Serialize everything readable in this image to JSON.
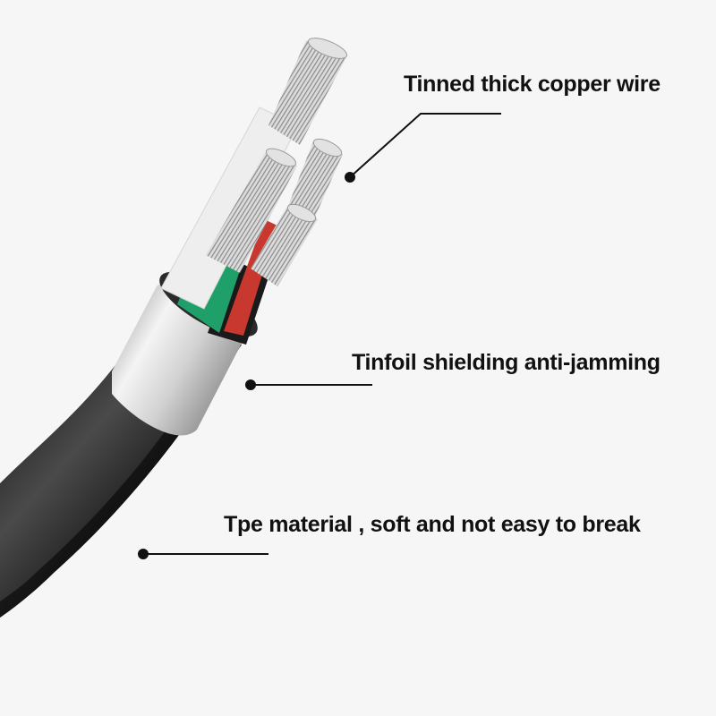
{
  "product": "cable cross-section illustration",
  "callouts": [
    {
      "id": "copper",
      "text": "Tinned thick copper wire",
      "points_to": "conductor strands"
    },
    {
      "id": "foil",
      "text": "Tinfoil shielding anti-jamming",
      "points_to": "aluminium foil shield"
    },
    {
      "id": "tpe",
      "text": "Tpe material , soft and not easy to break",
      "points_to": "outer black jacket"
    }
  ],
  "colors": {
    "background": "#f6f6f6",
    "jacket": "#1e1e1e",
    "foil": "#c8c8c8",
    "green_wire": "#1fa06a",
    "red_wire": "#c8382e",
    "black_wire": "#1a1a1a",
    "white_wire": "#eeeeee",
    "strands": "#b5b5b5",
    "callout_line": "#111111"
  }
}
